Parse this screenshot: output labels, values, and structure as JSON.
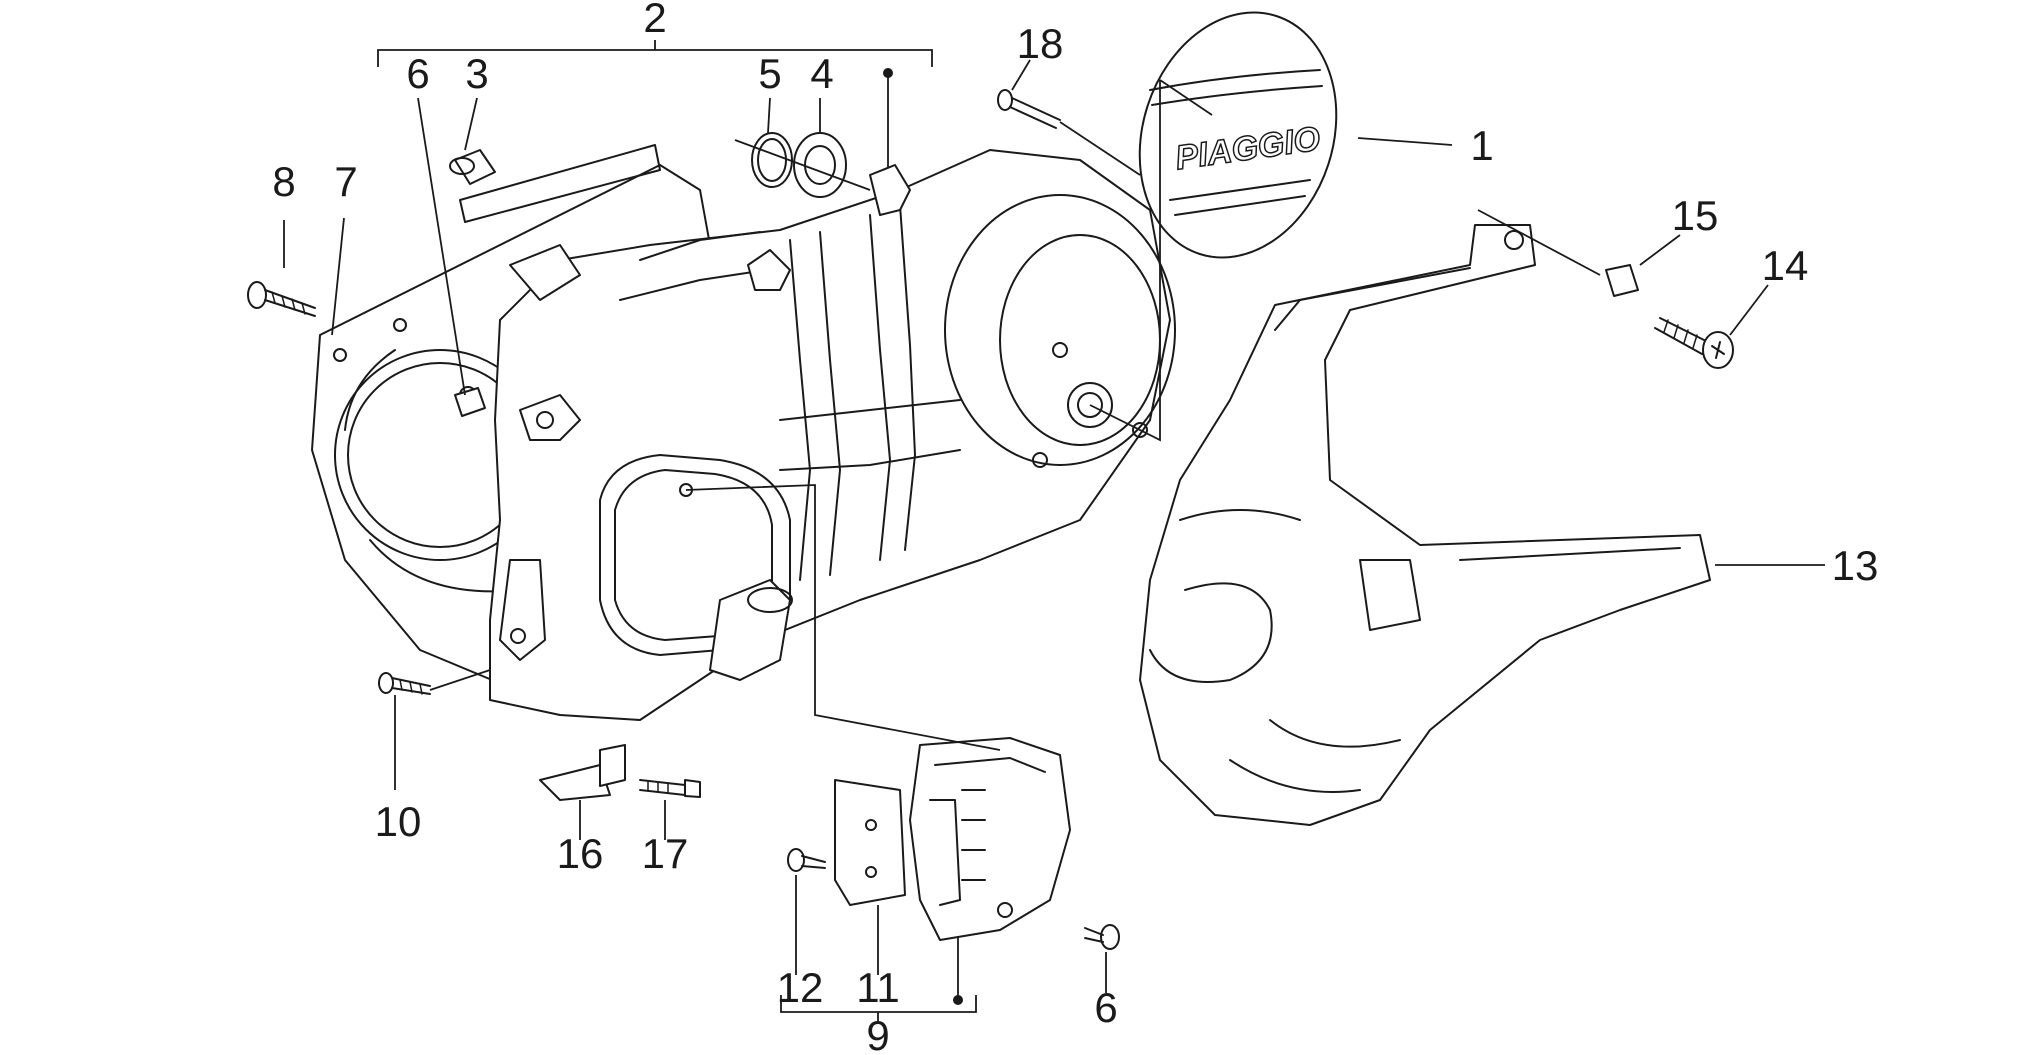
{
  "brand_text": "PIAGGIO",
  "callouts": {
    "c1": "1",
    "c2": "2",
    "c3": "3",
    "c4": "4",
    "c5": "5",
    "c6a": "6",
    "c6b": "6",
    "c7": "7",
    "c8": "8",
    "c9": "9",
    "c10": "10",
    "c11": "11",
    "c12": "12",
    "c13": "13",
    "c14": "14",
    "c15": "15",
    "c16": "16",
    "c17": "17",
    "c18": "18"
  }
}
